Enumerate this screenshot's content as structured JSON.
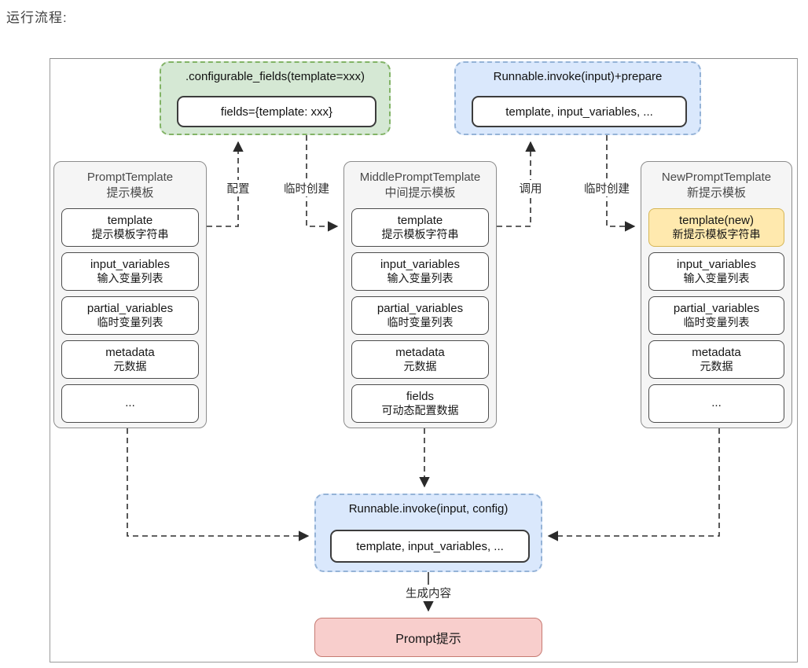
{
  "page": {
    "title": "运行流程:"
  },
  "colors": {
    "green_fill": "#d5e8d4",
    "green_stroke": "#82b366",
    "blue_fill": "#dae8fc",
    "blue_stroke": "#95b3d7",
    "yellow_fill": "#ffe9ae",
    "yellow_stroke": "#d6b656",
    "pink_fill": "#f8cecc",
    "pink_stroke": "#c67a72",
    "column_fill": "#f5f5f5",
    "line_color": "#2e2e2e"
  },
  "diagram": {
    "configurable_fields_box": {
      "title": ".configurable_fields(template=xxx)",
      "value": "fields={template: xxx}"
    },
    "invoke_prepare_box": {
      "title": "Runnable.invoke(input)+prepare",
      "value": "template, input_variables, ..."
    },
    "invoke_config_box": {
      "title": "Runnable.invoke(input, config)",
      "value": "template, input_variables, ..."
    },
    "prompt_box": {
      "label": "Prompt提示"
    },
    "edge_labels": {
      "configure": "配置",
      "temp_create_left": "临时创建",
      "call": "调用",
      "temp_create_right": "临时创建",
      "generate": "生成内容"
    },
    "columns": [
      {
        "title_en": "PromptTemplate",
        "title_zh": "提示模板",
        "fields": [
          {
            "en": "template",
            "zh": "提示模板字符串"
          },
          {
            "en": "input_variables",
            "zh": "输入变量列表"
          },
          {
            "en": "partial_variables",
            "zh": "临时变量列表"
          },
          {
            "en": "metadata",
            "zh": "元数据"
          },
          {
            "en": "..."
          }
        ]
      },
      {
        "title_en": "MiddlePromptTemplate",
        "title_zh": "中间提示模板",
        "fields": [
          {
            "en": "template",
            "zh": "提示模板字符串"
          },
          {
            "en": "input_variables",
            "zh": "输入变量列表"
          },
          {
            "en": "partial_variables",
            "zh": "临时变量列表"
          },
          {
            "en": "metadata",
            "zh": "元数据"
          },
          {
            "en": "fields",
            "zh": "可动态配置数据"
          }
        ]
      },
      {
        "title_en": "NewPromptTemplate",
        "title_zh": "新提示模板",
        "fields": [
          {
            "en": "template(new)",
            "zh": "新提示模板字符串",
            "highlight": true
          },
          {
            "en": "input_variables",
            "zh": "输入变量列表"
          },
          {
            "en": "partial_variables",
            "zh": "临时变量列表"
          },
          {
            "en": "metadata",
            "zh": "元数据"
          },
          {
            "en": "..."
          }
        ]
      }
    ]
  }
}
